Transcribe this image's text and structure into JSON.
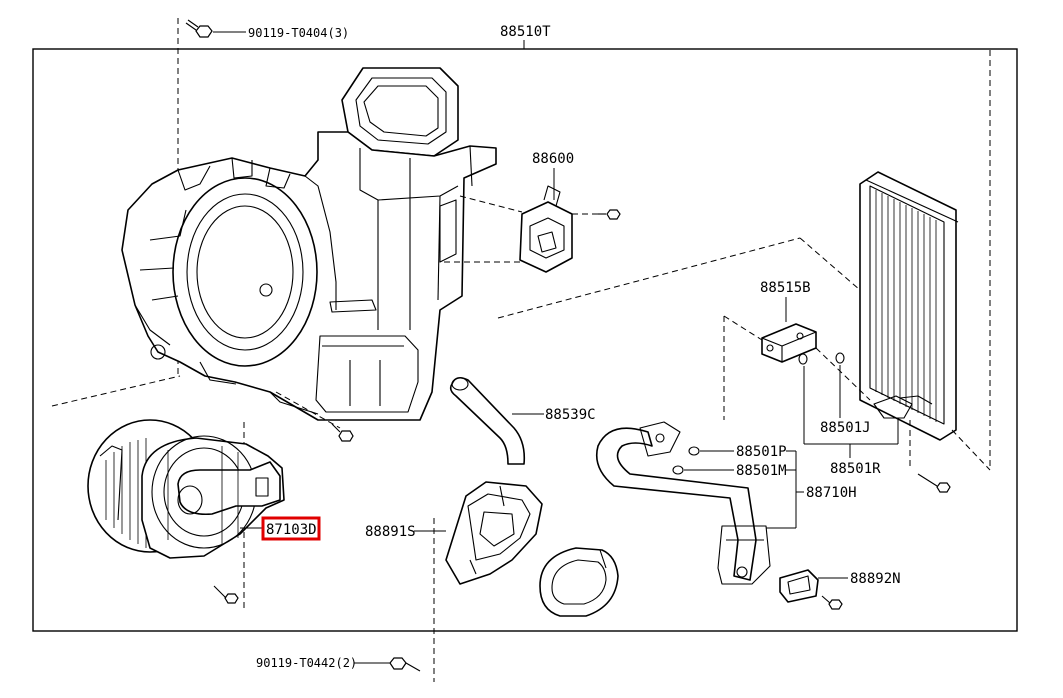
{
  "labels": {
    "housing": "88510T",
    "bolt_top": "90119-T0404(3)",
    "resistor": "88600",
    "valve": "88515B",
    "ring_j": "88501J",
    "evaporator": "88501R",
    "drain_hose": "88539C",
    "ring_p": "88501P",
    "ring_m": "88501M",
    "pipe": "88710H",
    "blower_motor": "87103D",
    "seal": "88891S",
    "bracket": "88892N",
    "bolt_bottom": "90119-T0442(2)"
  }
}
